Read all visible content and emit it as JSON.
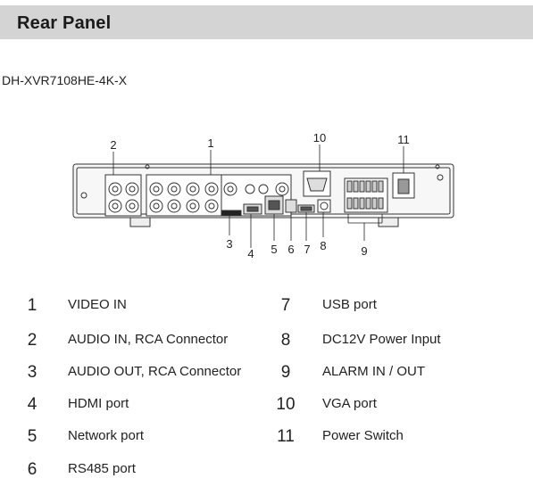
{
  "header": {
    "title": "Rear Panel"
  },
  "model": "DH-XVR7108HE-4K-X",
  "callouts": [
    "1",
    "2",
    "3",
    "4",
    "5",
    "6",
    "7",
    "8",
    "9",
    "10",
    "11"
  ],
  "legend": {
    "left": [
      {
        "num": "1",
        "label": "VIDEO IN"
      },
      {
        "num": "2",
        "label": "AUDIO IN, RCA Connector"
      },
      {
        "num": "3",
        "label": "AUDIO OUT, RCA Connector"
      },
      {
        "num": "4",
        "label": "HDMI port"
      },
      {
        "num": "5",
        "label": "Network port"
      },
      {
        "num": "6",
        "label": "RS485 port"
      }
    ],
    "right": [
      {
        "num": "7",
        "label": "USB port"
      },
      {
        "num": "8",
        "label": "DC12V Power Input"
      },
      {
        "num": "9",
        "label": "ALARM IN / OUT"
      },
      {
        "num": "10",
        "label": "VGA port"
      },
      {
        "num": "11",
        "label": "Power Switch"
      }
    ]
  }
}
